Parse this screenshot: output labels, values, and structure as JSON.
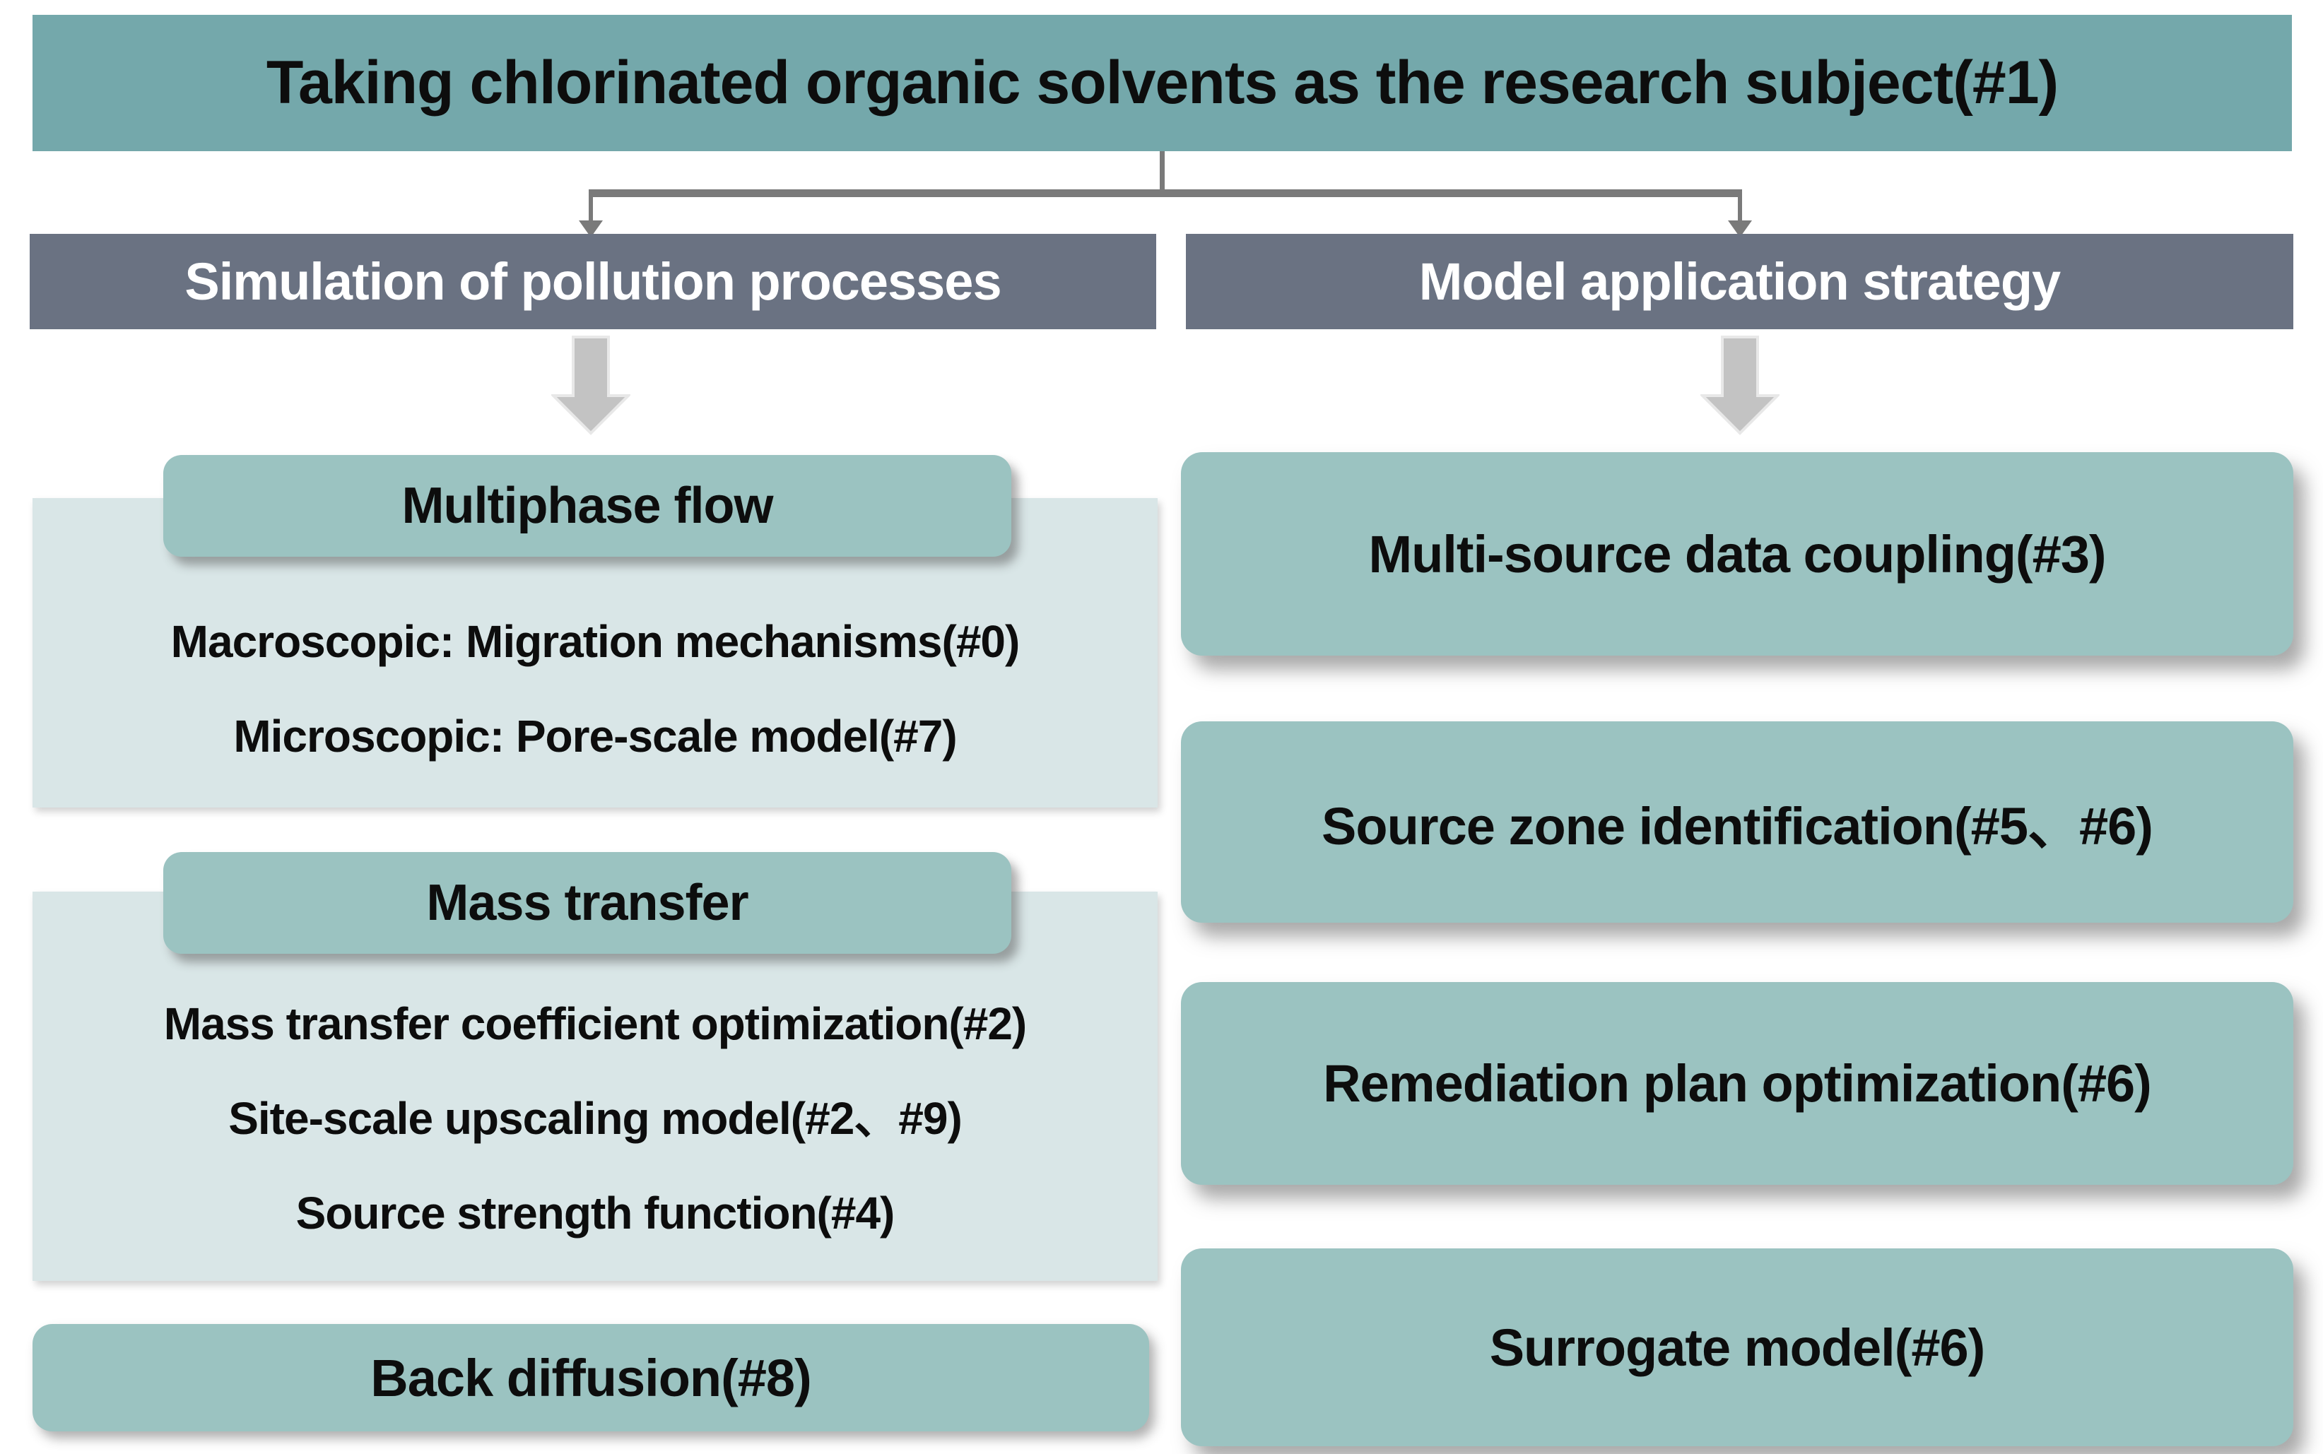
{
  "palette": {
    "banner_teal": "#74a8ab",
    "branch_slate": "#6a7282",
    "node_teal": "#9bc3c1",
    "panel_light": "#d9e6e7",
    "connector_gray": "#7a7a7a",
    "block_arrow_gray": "#c3c3c3",
    "block_arrow_edge": "#e8e8e8",
    "text_dark": "#0d0d0d",
    "text_light": "#ffffff"
  },
  "banner": {
    "label": "Taking chlorinated organic solvents as the research subject(#1)"
  },
  "columns": {
    "left": {
      "header": "Simulation of pollution processes",
      "sections": [
        {
          "title": "Multiphase flow",
          "items": [
            "Macroscopic: Migration mechanisms(#0)",
            "Microscopic: Pore-scale model(#7)"
          ]
        },
        {
          "title": "Mass transfer",
          "items": [
            "Mass transfer coefficient optimization(#2)",
            "Site-scale upscaling model(#2、#9)",
            "Source strength function(#4)"
          ]
        }
      ],
      "footer": "Back diffusion(#8)"
    },
    "right": {
      "header": "Model application strategy",
      "boxes": [
        "Multi-source data coupling(#3)",
        "Source zone identification(#5、#6)",
        "Remediation plan optimization(#6)",
        "Surrogate model(#6)"
      ]
    }
  }
}
